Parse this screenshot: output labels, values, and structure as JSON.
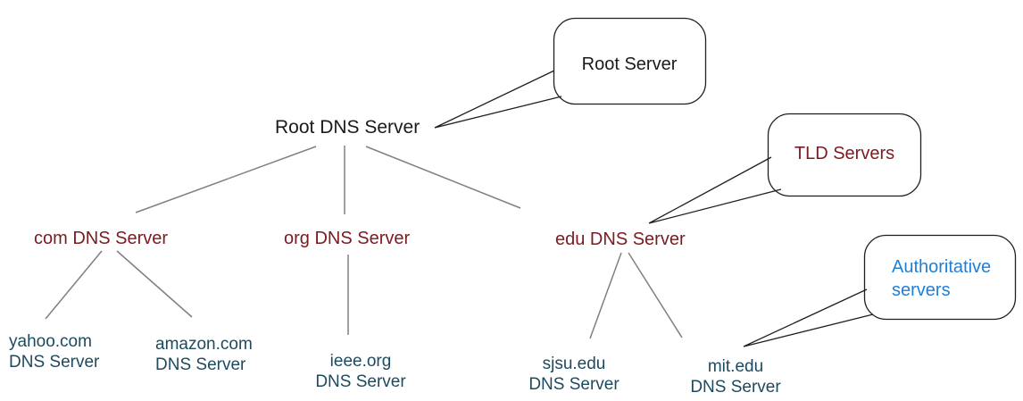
{
  "colors": {
    "background": "#ffffff",
    "node_black": "#1a1a1a",
    "tld_red": "#7b1b20",
    "leaf_teal": "#1d4a5f",
    "auth_blue": "#1f7fd6",
    "tree_line": "#808080",
    "callout_border": "#1f1f1f",
    "callout_fill": "#ffffff"
  },
  "nodes": {
    "root": {
      "label": "Root DNS Server"
    },
    "tld": [
      {
        "label": "com DNS Server"
      },
      {
        "label": "org DNS Server"
      },
      {
        "label": "edu DNS Server"
      }
    ],
    "leaves": [
      {
        "line1": "yahoo.com",
        "line2": "DNS Server"
      },
      {
        "line1": "amazon.com",
        "line2": "DNS Server"
      },
      {
        "line1": "ieee.org",
        "line2": "DNS Server"
      },
      {
        "line1": "sjsu.edu",
        "line2": "DNS Server"
      },
      {
        "line1": "mit.edu",
        "line2": "DNS Server"
      }
    ]
  },
  "callouts": {
    "root": {
      "label": "Root Server"
    },
    "tld": {
      "label": "TLD Servers"
    },
    "authoritative": {
      "line1": "Authoritative",
      "line2": "servers"
    }
  }
}
